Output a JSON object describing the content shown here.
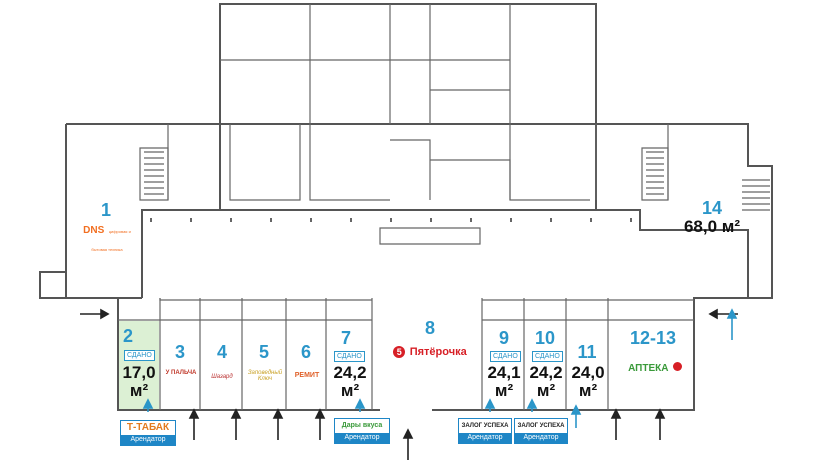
{
  "units": [
    {
      "id": "1",
      "logo": "DNS"
    },
    {
      "id": "2",
      "status": "СДАНО",
      "area": "17,0",
      "unit": "м²"
    },
    {
      "id": "3",
      "logo": "У ПАЛЬЧА"
    },
    {
      "id": "4",
      "logo": "Шазард"
    },
    {
      "id": "5",
      "logo": "Заповедный Ключ"
    },
    {
      "id": "6",
      "logo": "РЕМИТ"
    },
    {
      "id": "7",
      "status": "СДАНО",
      "area": "24,2",
      "unit": "м²"
    },
    {
      "id": "8",
      "logo": "Пятёрочка"
    },
    {
      "id": "9",
      "status": "СДАНО",
      "area": "24,1",
      "unit": "м²"
    },
    {
      "id": "10",
      "status": "СДАНО",
      "area": "24,2",
      "unit": "м²"
    },
    {
      "id": "11",
      "area": "24,0",
      "unit": "м²"
    },
    {
      "id": "12-13",
      "logo": "АПТЕКА"
    },
    {
      "id": "14",
      "area": "68,0 м²"
    }
  ],
  "tenants": [
    {
      "name": "Т-ТАБАК",
      "role": "Арендатор"
    },
    {
      "name": "Дары вкуса",
      "role": "Арендатор"
    },
    {
      "name": "ЗАЛОГ УСПЕХА",
      "role": "Арендатор"
    },
    {
      "name": "ЗАЛОГ УСПЕХА",
      "role": "Арендатор"
    }
  ],
  "logos": {
    "dns_sub": "цифровая и бытовая техника",
    "pyat_badge": "5"
  },
  "colors": {
    "accent": "#2b96c9",
    "tenant_badge": "#1e86c6",
    "wall": "#555555",
    "unit2_fill": "#dcf0d4",
    "dns": "#f26f21",
    "pyat": "#d71f26",
    "apteka": "#3a9a3a"
  },
  "icons": [
    "entrance-arrow-icon"
  ]
}
